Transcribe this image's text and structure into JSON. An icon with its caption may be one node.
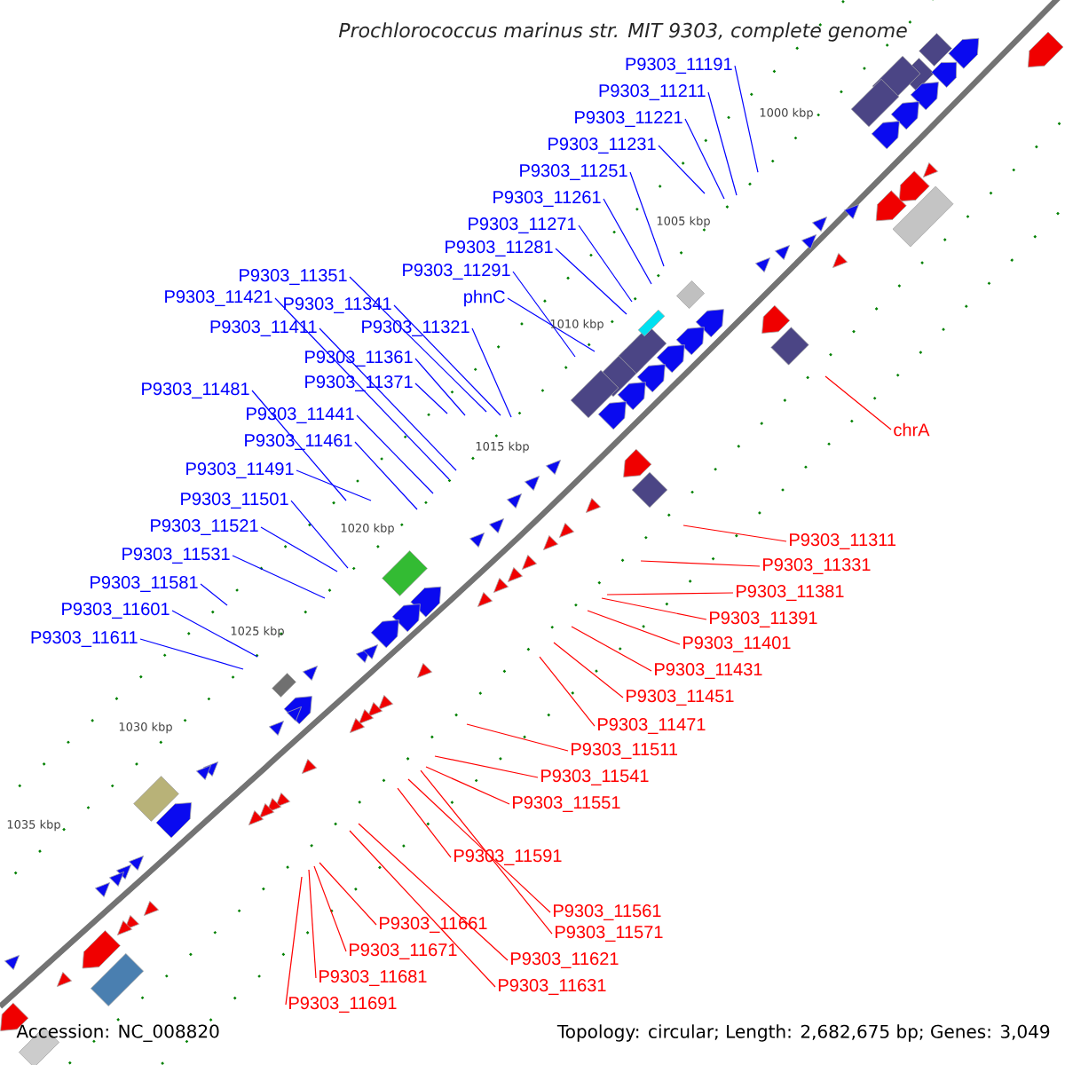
{
  "diagram": {
    "title": "Prochlorococcus marinus str. MIT 9303, complete genome",
    "nodes": [
      {
        "text": [
          "P9303_11191"
        ]
      },
      {
        "text": [
          "P9303_11211"
        ]
      },
      {
        "text": [
          "P9303_11221"
        ]
      },
      {
        "text": [
          "P9303_11231"
        ]
      },
      {
        "text": [
          "P9303_11251"
        ]
      },
      {
        "text": [
          "P9303_11261"
        ]
      },
      {
        "text": [
          "P9303_11271"
        ]
      },
      {
        "text": [
          "P9303_11281"
        ]
      },
      {
        "text": [
          "P9303_11291"
        ]
      },
      {
        "text": [
          "P9303_11351"
        ]
      },
      {
        "text": [
          "phnC"
        ]
      },
      {
        "text": [
          "P9303_11421"
        ]
      },
      {
        "text": [
          "P9303_11341"
        ]
      },
      {
        "text": [
          "P9303_11411"
        ]
      },
      {
        "text": [
          "P9303_11321"
        ]
      },
      {
        "text": [
          "P9303_11361"
        ]
      },
      {
        "text": [
          "P9303_11371"
        ]
      },
      {
        "text": [
          "P9303_11481"
        ]
      },
      {
        "text": [
          "P9303_11441"
        ]
      },
      {
        "text": [
          "chrA"
        ]
      },
      {
        "text": [
          "P9303_11461"
        ]
      },
      {
        "text": [
          "P9303_11491"
        ]
      },
      {
        "text": [
          "P9303_11501"
        ]
      },
      {
        "text": [
          "P9303_11521"
        ]
      },
      {
        "text": [
          "P9303_11311"
        ]
      },
      {
        "text": [
          "P9303_11531"
        ]
      },
      {
        "text": [
          "P9303_11331"
        ]
      },
      {
        "text": [
          "P9303_11581"
        ]
      },
      {
        "text": [
          "P9303_11381"
        ]
      },
      {
        "text": [
          "P9303_11601"
        ]
      },
      {
        "text": [
          "P9303_11391"
        ]
      },
      {
        "text": [
          "P9303_11611"
        ]
      },
      {
        "text": [
          "P9303_11401"
        ]
      },
      {
        "text": [
          "P9303_11431"
        ]
      },
      {
        "text": [
          "P9303_11451"
        ]
      },
      {
        "text": [
          "P9303_11471"
        ]
      },
      {
        "text": [
          "P9303_11511"
        ]
      },
      {
        "text": [
          "P9303_11541"
        ]
      },
      {
        "text": [
          "P9303_11551"
        ]
      },
      {
        "text": [
          "P9303_11591"
        ]
      },
      {
        "text": [
          "P9303_11561"
        ]
      },
      {
        "text": [
          "P9303_11661"
        ]
      },
      {
        "text": [
          "P9303_11571"
        ]
      },
      {
        "text": [
          "P9303_11671"
        ]
      },
      {
        "text": [
          "P9303_11621"
        ]
      },
      {
        "text": [
          "P9303_11681"
        ]
      },
      {
        "text": [
          "P9303_11631"
        ]
      },
      {
        "text": [
          "P9303_11691"
        ]
      }
    ],
    "edges": [
      {
        "from": 0,
        "to": null,
        "arrow": "none"
      },
      {
        "from": 1,
        "to": null,
        "arrow": "none"
      },
      {
        "from": 2,
        "to": null,
        "arrow": "none"
      },
      {
        "from": 3,
        "to": null,
        "arrow": "none"
      },
      {
        "from": 4,
        "to": null,
        "arrow": "none"
      },
      {
        "from": 5,
        "to": null,
        "arrow": "none"
      },
      {
        "from": 6,
        "to": null,
        "arrow": "none"
      },
      {
        "from": 7,
        "to": null,
        "arrow": "none"
      },
      {
        "from": 8,
        "to": null,
        "arrow": "none"
      },
      {
        "from": 9,
        "to": null,
        "arrow": "none"
      },
      {
        "from": 10,
        "to": null,
        "arrow": "none"
      },
      {
        "from": 11,
        "to": null,
        "arrow": "none"
      },
      {
        "from": 12,
        "to": null,
        "arrow": "none"
      },
      {
        "from": 13,
        "to": null,
        "arrow": "none"
      },
      {
        "from": 14,
        "to": null,
        "arrow": "none"
      },
      {
        "from": 15,
        "to": null,
        "arrow": "none"
      },
      {
        "from": 16,
        "to": null,
        "arrow": "none"
      },
      {
        "from": 17,
        "to": null,
        "arrow": "none"
      },
      {
        "from": 18,
        "to": null,
        "arrow": "none"
      },
      {
        "from": 19,
        "to": null,
        "arrow": "none",
        "color": "#ff0000"
      },
      {
        "from": 20,
        "to": null,
        "arrow": "none"
      },
      {
        "from": 21,
        "to": null,
        "arrow": "none"
      },
      {
        "from": 22,
        "to": null,
        "arrow": "none"
      },
      {
        "from": 23,
        "to": null,
        "arrow": "none"
      },
      {
        "from": 24,
        "to": null,
        "arrow": "none",
        "color": "#ff0000"
      },
      {
        "from": 25,
        "to": null,
        "arrow": "none"
      },
      {
        "from": 26,
        "to": null,
        "arrow": "none",
        "color": "#ff0000"
      },
      {
        "from": 27,
        "to": null,
        "arrow": "none"
      },
      {
        "from": 28,
        "to": null,
        "arrow": "none",
        "color": "#ff0000"
      },
      {
        "from": 29,
        "to": null,
        "arrow": "none"
      },
      {
        "from": 30,
        "to": null,
        "arrow": "none",
        "color": "#ff0000"
      },
      {
        "from": 31,
        "to": null,
        "arrow": "none"
      },
      {
        "from": 32,
        "to": null,
        "arrow": "none",
        "color": "#ff0000"
      },
      {
        "from": 33,
        "to": null,
        "arrow": "none",
        "color": "#ff0000"
      },
      {
        "from": 34,
        "to": null,
        "arrow": "none",
        "color": "#ff0000"
      },
      {
        "from": 35,
        "to": null,
        "arrow": "none",
        "color": "#ff0000"
      },
      {
        "from": 36,
        "to": null,
        "arrow": "none",
        "color": "#ff0000"
      },
      {
        "from": 37,
        "to": null,
        "arrow": "none",
        "color": "#ff0000"
      },
      {
        "from": 38,
        "to": null,
        "arrow": "none",
        "color": "#ff0000"
      },
      {
        "from": 39,
        "to": null,
        "arrow": "none",
        "color": "#ff0000"
      },
      {
        "from": 40,
        "to": null,
        "arrow": "none",
        "color": "#ff0000"
      },
      {
        "from": 41,
        "to": null,
        "arrow": "none",
        "color": "#ff0000"
      },
      {
        "from": 42,
        "to": null,
        "arrow": "none",
        "color": "#ff0000"
      },
      {
        "from": 43,
        "to": null,
        "arrow": "none",
        "color": "#ff0000"
      },
      {
        "from": 44,
        "to": null,
        "arrow": "none",
        "color": "#ff0000"
      },
      {
        "from": 45,
        "to": null,
        "arrow": "none",
        "color": "#ff0000"
      },
      {
        "from": 46,
        "to": null,
        "arrow": "none",
        "color": "#ff0000"
      },
      {
        "from": 47,
        "to": null,
        "arrow": "none",
        "color": "#ff0000"
      }
    ],
    "labels": [
      "1000 kbp",
      "1005 kbp",
      "1010 kbp",
      "1015 kbp",
      "1020 kbp",
      "1025 kbp",
      "1030 kbp",
      "1035 kbp",
      "Accession: NC_008820",
      "Topology: circular; Length: 2,682,675 bp; Genes: 3,049"
    ]
  }
}
